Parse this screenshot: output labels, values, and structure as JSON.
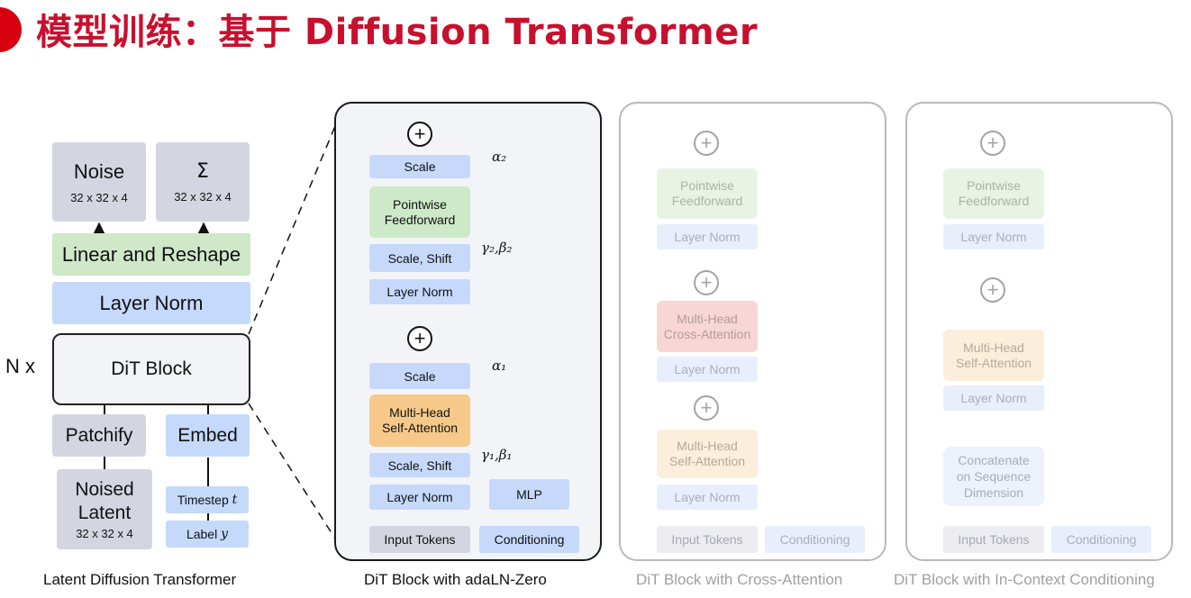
{
  "title": "模型训练：基于 Diffusion Transformer",
  "left": {
    "noise": "Noise",
    "noise_dim": "32 x 32 x 4",
    "sigma": "Σ",
    "sigma_dim": "32 x 32 x 4",
    "linear": "Linear and Reshape",
    "layernorm": "Layer Norm",
    "nx": "N x",
    "dit": "DiT Block",
    "patchify": "Patchify",
    "embed": "Embed",
    "noised_latent_1": "Noised",
    "noised_latent_2": "Latent",
    "noised_dim": "32 x 32 x 4",
    "timestep": "Timestep",
    "timestep_var": "t",
    "label": "Label",
    "label_var": "y",
    "caption": "Latent Diffusion Transformer"
  },
  "adaln": {
    "scale_top": "Scale",
    "pointwise_1": "Pointwise",
    "pointwise_2": "Feedforward",
    "scale_shift_top": "Scale, Shift",
    "layernorm_top": "Layer Norm",
    "scale_bot": "Scale",
    "mha_1": "Multi-Head",
    "mha_2": "Self-Attention",
    "scale_shift_bot": "Scale, Shift",
    "layernorm_bot": "Layer Norm",
    "mlp": "MLP",
    "input_tokens": "Input Tokens",
    "conditioning": "Conditioning",
    "alpha2": "α₂",
    "gb2": "γ₂,β₂",
    "alpha1": "α₁",
    "gb1": "γ₁,β₁",
    "caption": "DiT Block with adaLN-Zero"
  },
  "cross": {
    "pointwise_1": "Pointwise",
    "pointwise_2": "Feedforward",
    "layernorm_top": "Layer Norm",
    "cross_1": "Multi-Head",
    "cross_2": "Cross-Attention",
    "layernorm_mid": "Layer Norm",
    "self_1": "Multi-Head",
    "self_2": "Self-Attention",
    "layernorm_bot": "Layer Norm",
    "input_tokens": "Input Tokens",
    "conditioning": "Conditioning",
    "caption": "DiT Block with Cross-Attention"
  },
  "incontext": {
    "pointwise_1": "Pointwise",
    "pointwise_2": "Feedforward",
    "layernorm_top": "Layer Norm",
    "self_1": "Multi-Head",
    "self_2": "Self-Attention",
    "layernorm_bot": "Layer Norm",
    "concat_1": "Concatenate",
    "concat_2": "on Sequence",
    "concat_3": "Dimension",
    "input_tokens": "Input Tokens",
    "conditioning": "Conditioning",
    "caption": "DiT Block with In-Context Conditioning"
  }
}
